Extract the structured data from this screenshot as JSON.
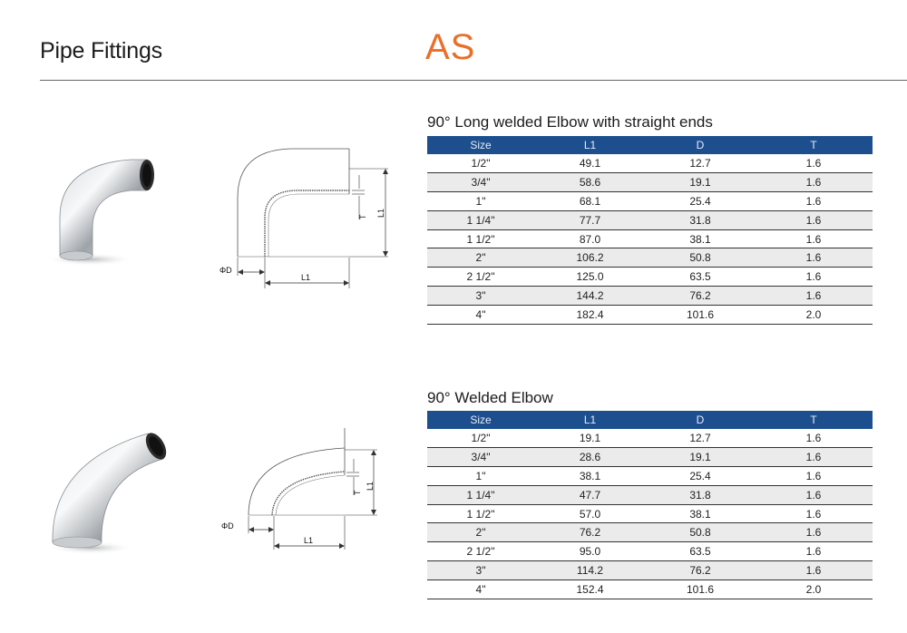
{
  "header": {
    "title": "Pipe Fittings",
    "brand": "AS"
  },
  "sections": [
    {
      "title": "90° Long welded Elbow with straight ends",
      "columns": [
        "Size",
        "L1",
        "D",
        "T"
      ],
      "rows": [
        [
          "1/2\"",
          "49.1",
          "12.7",
          "1.6"
        ],
        [
          "3/4\"",
          "58.6",
          "19.1",
          "1.6"
        ],
        [
          "1\"",
          "68.1",
          "25.4",
          "1.6"
        ],
        [
          "1 1/4\"",
          "77.7",
          "31.8",
          "1.6"
        ],
        [
          "1 1/2\"",
          "87.0",
          "38.1",
          "1.6"
        ],
        [
          "2\"",
          "106.2",
          "50.8",
          "1.6"
        ],
        [
          "2 1/2\"",
          "125.0",
          "63.5",
          "1.6"
        ],
        [
          "3\"",
          "144.2",
          "76.2",
          "1.6"
        ],
        [
          "4\"",
          "182.4",
          "101.6",
          "2.0"
        ]
      ],
      "drawing_labels": {
        "phi_d": "ΦD",
        "l1_horizontal": "L1",
        "l1_vertical": "L1",
        "t": "T"
      }
    },
    {
      "title": "90° Welded Elbow",
      "columns": [
        "Size",
        "L1",
        "D",
        "T"
      ],
      "rows": [
        [
          "1/2\"",
          "19.1",
          "12.7",
          "1.6"
        ],
        [
          "3/4\"",
          "28.6",
          "19.1",
          "1.6"
        ],
        [
          "1\"",
          "38.1",
          "25.4",
          "1.6"
        ],
        [
          "1 1/4\"",
          "47.7",
          "31.8",
          "1.6"
        ],
        [
          "1 1/2\"",
          "57.0",
          "38.1",
          "1.6"
        ],
        [
          "2\"",
          "76.2",
          "50.8",
          "1.6"
        ],
        [
          "2 1/2\"",
          "95.0",
          "63.5",
          "1.6"
        ],
        [
          "3\"",
          "114.2",
          "76.2",
          "1.6"
        ],
        [
          "4\"",
          "152.4",
          "101.6",
          "2.0"
        ]
      ],
      "drawing_labels": {
        "phi_d": "ΦD",
        "l1_horizontal": "L1",
        "l1_vertical": "L1",
        "t": "T"
      }
    }
  ],
  "colors": {
    "brand": "#e8702a",
    "table_header": "#1d4f8f",
    "alt_row": "#ebebeb"
  }
}
